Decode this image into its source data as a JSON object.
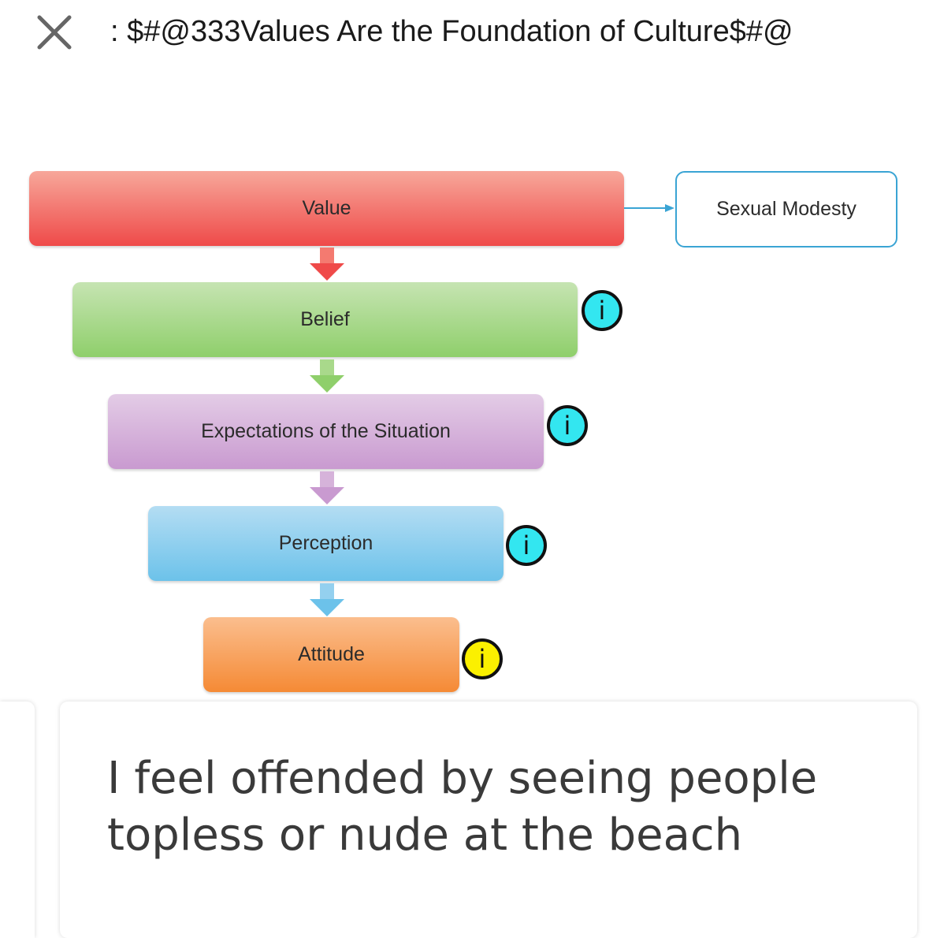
{
  "header": {
    "title": ": $#@333Values Are the Foundation of Culture$#@",
    "close_icon": "close-icon"
  },
  "diagram": {
    "boxes": {
      "value": "Value",
      "belief": "Belief",
      "expectations": "Expectations of the Situation",
      "perception": "Perception",
      "attitude": "Attitude"
    },
    "side_box": "Sexual Modesty",
    "info_glyph": "i",
    "colors": {
      "value": "#ef4a49",
      "belief": "#8fcf6b",
      "expectations": "#c99ad0",
      "perception": "#6cc2ea",
      "attitude": "#f58a35",
      "info_cyan": "#33e6f0",
      "info_yellow": "#fbf000"
    }
  },
  "card": {
    "statement": "I feel offended by seeing people topless or nude at the beach"
  }
}
